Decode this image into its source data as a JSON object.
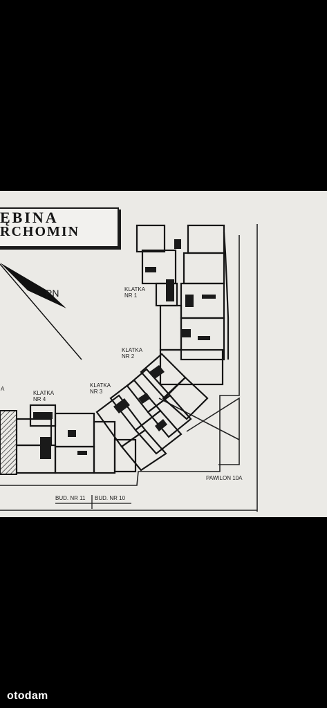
{
  "header": {
    "title_line1": "ĘBINA",
    "title_line2": "RCHOMIN"
  },
  "compass": {
    "label": "PN"
  },
  "labels": {
    "klatka1_line1": "KLATKA",
    "klatka1_line2": "NR 1",
    "klatka2_line1": "KLATKA",
    "klatka2_line2": "NR 2",
    "klatka3_line1": "KLATKA",
    "klatka3_line2": "NR 3",
    "klatka4_line1": "KLATKA",
    "klatka4_line2": "NR 4",
    "partial": "A",
    "pawilon": "PAWILON 10A",
    "bud11": "BUD. NR 11",
    "bud10": "BUD. NR 10"
  },
  "watermark": {
    "text": "otodam"
  },
  "colors": {
    "background": "#000000",
    "paper": "#ebeae6",
    "ink": "#1a1a1a"
  }
}
